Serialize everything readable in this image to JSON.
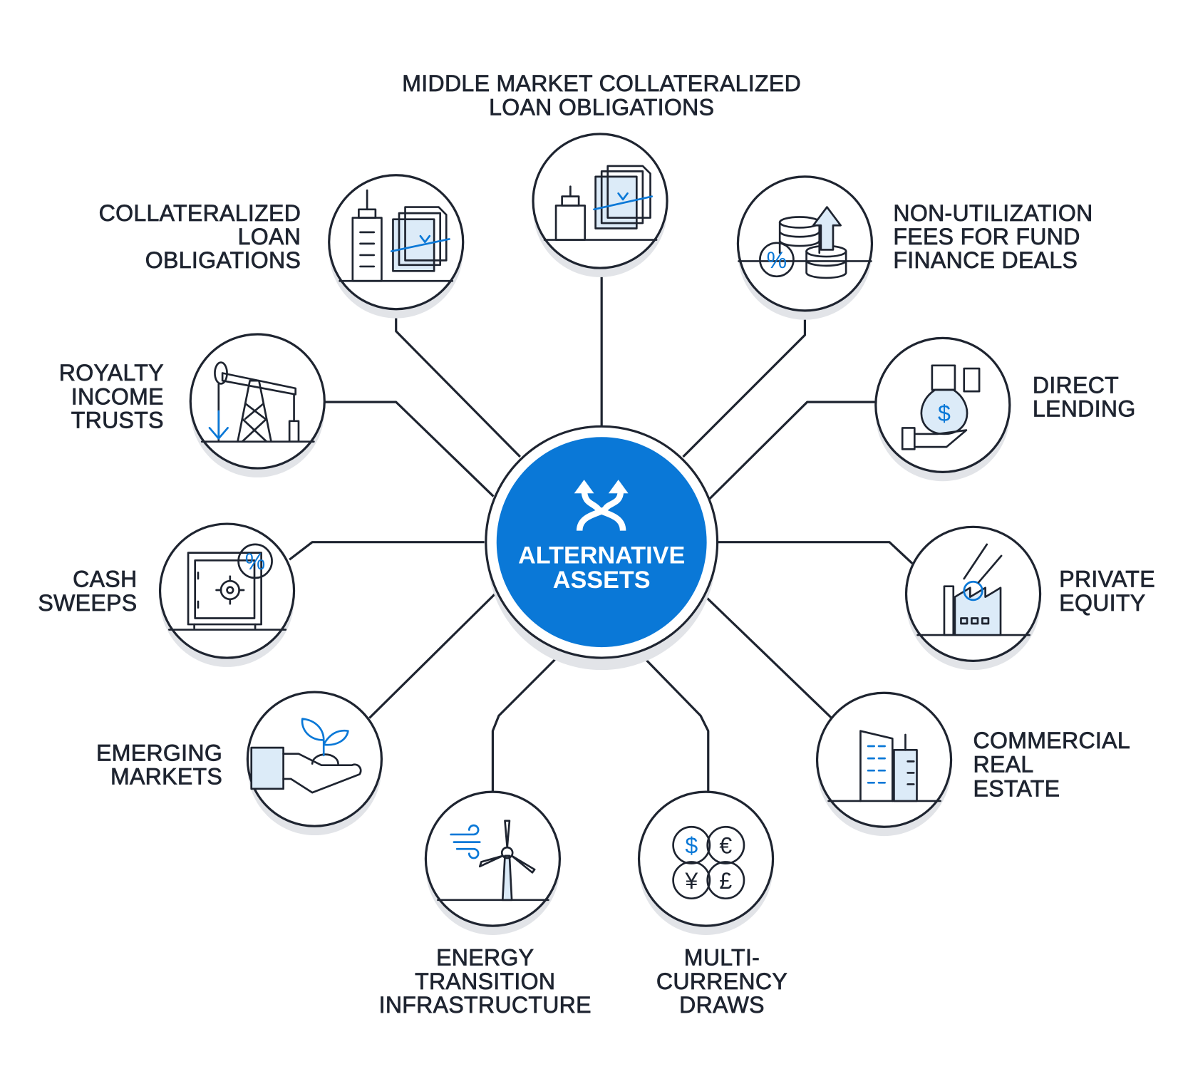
{
  "center": {
    "line1": "ALTERNATIVE",
    "line2": "ASSETS",
    "icon": "crossing-arrows-icon",
    "color": "#0a78d7"
  },
  "nodes": [
    {
      "id": "mm-clo",
      "lines": [
        "MIDDLE MARKET COLLATERALIZED",
        "LOAN OBLIGATIONS"
      ],
      "icon": "building-documents-icon"
    },
    {
      "id": "non-utilization",
      "lines": [
        "NON-UTILIZATION",
        "FEES FOR FUND",
        "FINANCE DEALS"
      ],
      "icon": "coins-percent-arrow-icon"
    },
    {
      "id": "direct-lending",
      "lines": [
        "DIRECT",
        "LENDING"
      ],
      "icon": "money-bag-hand-icon"
    },
    {
      "id": "private-equity",
      "lines": [
        "PRIVATE",
        "EQUITY"
      ],
      "icon": "factory-hand-icon"
    },
    {
      "id": "commercial-real-estate",
      "lines": [
        "COMMERCIAL",
        "REAL",
        "ESTATE"
      ],
      "icon": "office-buildings-icon"
    },
    {
      "id": "multi-currency",
      "lines": [
        "MULTI-",
        "CURRENCY",
        "DRAWS"
      ],
      "icon": "currency-coins-icon",
      "symbols": [
        "$",
        "€",
        "¥",
        "£"
      ]
    },
    {
      "id": "energy-transition",
      "lines": [
        "ENERGY",
        "TRANSITION",
        "INFRASTRUCTURE"
      ],
      "icon": "wind-turbine-icon"
    },
    {
      "id": "emerging-markets",
      "lines": [
        "EMERGING",
        "MARKETS"
      ],
      "icon": "hand-plant-icon"
    },
    {
      "id": "cash-sweeps",
      "lines": [
        "CASH",
        "SWEEPS"
      ],
      "icon": "safe-percent-icon"
    },
    {
      "id": "royalty-income",
      "lines": [
        "ROYALTY",
        "INCOME",
        "TRUSTS"
      ],
      "icon": "oil-pump-icon"
    },
    {
      "id": "clo",
      "lines": [
        "COLLATERALIZED",
        "LOAN",
        "OBLIGATIONS"
      ],
      "icon": "building-documents-icon"
    }
  ]
}
